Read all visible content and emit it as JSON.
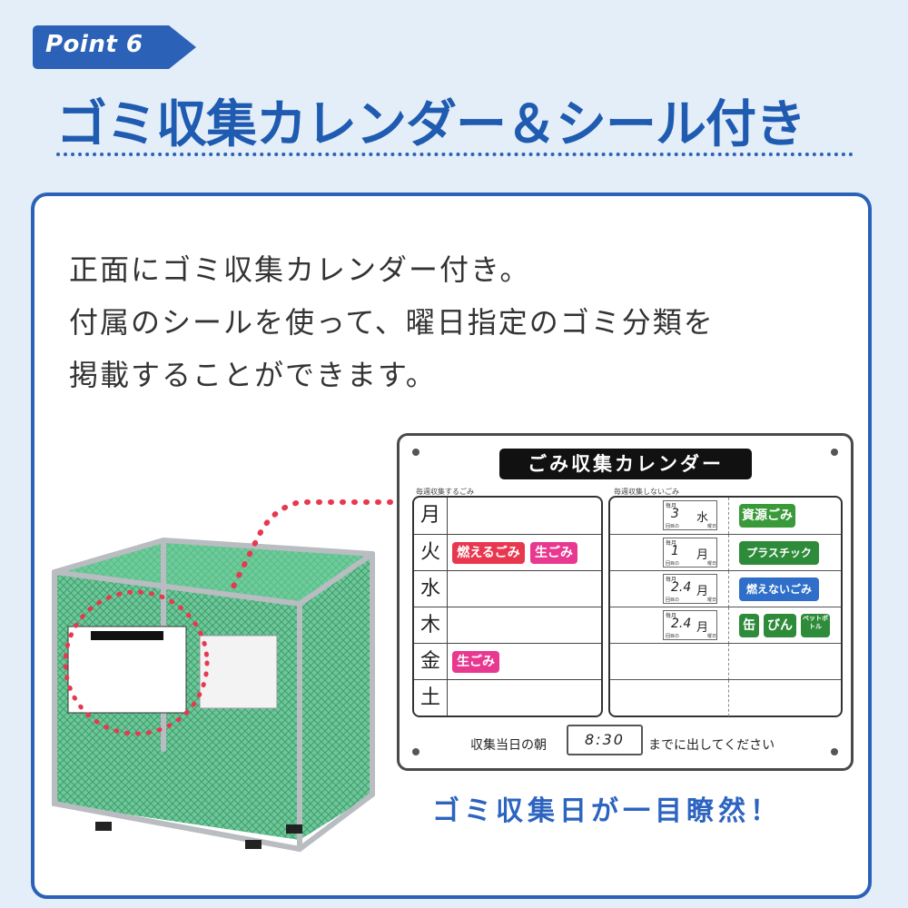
{
  "badge": "Point 6",
  "headline": "ゴミ収集カレンダー＆シール付き",
  "description": [
    "正面にゴミ収集カレンダー付き。",
    "付属のシールを使って、曜日指定のゴミ分類を",
    "掲載することができます。"
  ],
  "board": {
    "title": "ごみ収集カレンダー",
    "left_label": "毎週収集するごみ",
    "right_label": "毎週収集しないごみ",
    "days": [
      {
        "day": "月",
        "stickers": []
      },
      {
        "day": "火",
        "stickers": [
          {
            "text": "燃えるごみ",
            "color": "#e8384f"
          },
          {
            "text": "生ごみ",
            "color": "#e8388f"
          }
        ]
      },
      {
        "day": "水",
        "stickers": []
      },
      {
        "day": "木",
        "stickers": []
      },
      {
        "day": "金",
        "stickers": [
          {
            "text": "生ごみ",
            "color": "#e8388f"
          }
        ]
      },
      {
        "day": "土",
        "stickers": []
      }
    ],
    "schedule": [
      {
        "prefix": "毎月",
        "suffix": "回目の",
        "value": "3",
        "unit": "水",
        "end": "曜日",
        "stickers": [
          {
            "text": "資源ごみ",
            "color": "#3a9a3a"
          }
        ]
      },
      {
        "prefix": "毎月",
        "suffix": "回目の",
        "value": "1",
        "unit": "月",
        "end": "曜日",
        "stickers": [
          {
            "text": "プラスチック",
            "color": "#2e8b3a"
          }
        ]
      },
      {
        "prefix": "毎月",
        "suffix": "回目の",
        "value": "2.4",
        "unit": "月",
        "end": "曜日",
        "stickers": [
          {
            "text": "燃えないごみ",
            "color": "#2f6fc9"
          }
        ]
      },
      {
        "prefix": "毎月",
        "suffix": "回目の",
        "value": "2.4",
        "unit": "月",
        "end": "曜日",
        "stickers": [
          {
            "text": "缶",
            "color": "#2e8b3a"
          },
          {
            "text": "びん",
            "color": "#2e8b3a"
          },
          {
            "text": "ペットボトル",
            "color": "#2e8b3a"
          }
        ]
      }
    ],
    "footer_before": "収集当日の朝",
    "footer_time": "8:30",
    "footer_after": "までに出してください"
  },
  "tagline": "ゴミ収集日が一目瞭然！",
  "colors": {
    "primary": "#2b62b8",
    "background": "#e4eef9",
    "accent_dots": "#e8384f",
    "net_green": "#3fae7a"
  }
}
